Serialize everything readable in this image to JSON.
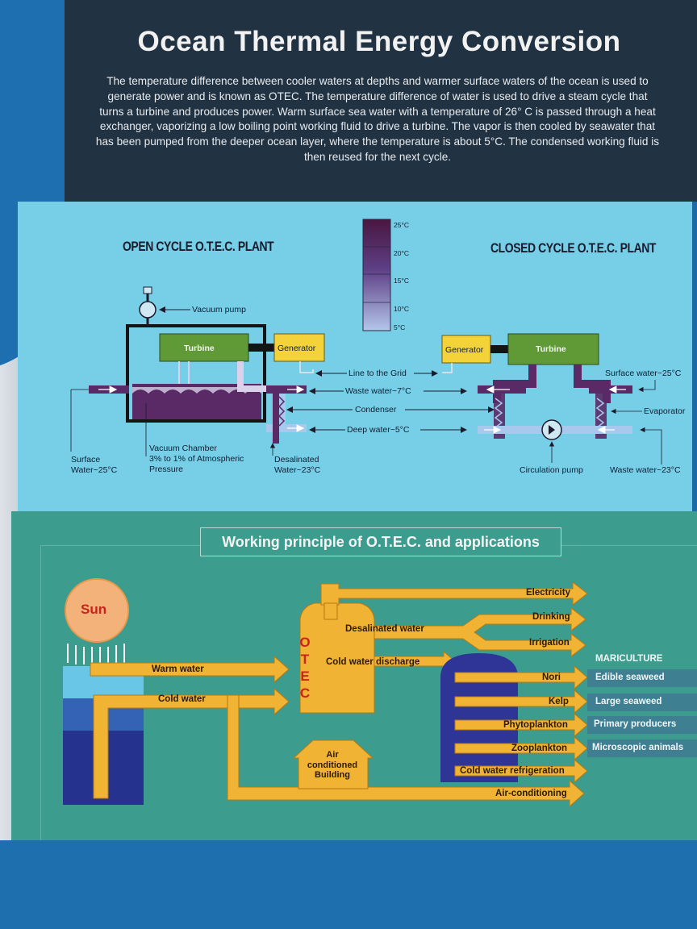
{
  "title": "Ocean Thermal Energy Conversion",
  "intro": "The temperature difference between cooler waters at depths and warmer surface waters of the ocean is used to generate power and is known as OTEC. The temperature difference of water is used to drive a steam cycle that turns a turbine and produces power. Warm surface sea water with a temperature of 26° C is passed through a heat exchanger, vaporizing a low boiling point working fluid to drive a turbine. The vapor is then cooled by seawater that has been pumped from the deeper ocean layer, where the temperature is about 5°C. The condensed working fluid is then reused for the next cycle.",
  "colors": {
    "header": "#213243",
    "diagram_panel": "#76cfe6",
    "principle_panel": "#3c9c8e",
    "arrows": "#f1b334",
    "turbine": "#5f9a36",
    "generator": "#f4d23a",
    "warm_pipe": "#5b1d55",
    "cold_pipe": "#a8c8ee"
  },
  "top_diagram": {
    "open_cycle_heading": "OPEN CYCLE O.T.E.C. PLANT",
    "closed_cycle_heading": "CLOSED CYCLE O.T.E.C. PLANT",
    "temperature_scale": [
      "25°C",
      "20°C",
      "15°C",
      "10°C",
      "5°C"
    ],
    "open": {
      "vacuum_pump": "Vacuum pump",
      "turbine": "Turbine",
      "generator": "Generator",
      "surface_water": [
        "Surface",
        "Water~25°C"
      ],
      "vacuum_chamber": [
        "Vacuum Chamber",
        "3% to 1% of Atmospheric",
        "Pressure"
      ],
      "desalinated": [
        "Desalinated",
        "Water~23°C"
      ]
    },
    "middle": {
      "line_to_grid": "Line to the Grid",
      "waste_water": "Waste water~7°C",
      "condenser": "Condenser",
      "deep_water": "Deep water~5°C"
    },
    "closed": {
      "generator": "Generator",
      "turbine": "Turbine",
      "surface_water": "Surface water~25°C",
      "evaporator": "Evaporator",
      "circulation_pump": "Circulation pump",
      "waste_water": "Waste water~23°C"
    }
  },
  "principle": {
    "title": "Working principle of O.T.E.C. and applications",
    "sun": "Sun",
    "warm_water": "Warm water",
    "cold_water": "Cold water",
    "otec_letters": [
      "O",
      "T",
      "E",
      "C"
    ],
    "desalinated_water": "Desalinated water",
    "cold_water_discharge": "Cold water discharge",
    "building": [
      "Air",
      "conditioned",
      "Building"
    ],
    "outputs": {
      "electricity": "Electricity",
      "drinking": "Drinking",
      "irrigation": "Irrigation",
      "nori": "Nori",
      "kelp": "Kelp",
      "phytoplankton": "Phytoplankton",
      "zooplankton": "Zooplankton",
      "cold_water_refrigeration": "Cold water refrigeration",
      "air_conditioning": "Air-conditioning"
    },
    "mariculture": {
      "heading": "MARICULTURE",
      "items": [
        "Edible seaweed",
        "Large seaweed",
        "Primary producers",
        "Microscopic animals"
      ]
    }
  }
}
